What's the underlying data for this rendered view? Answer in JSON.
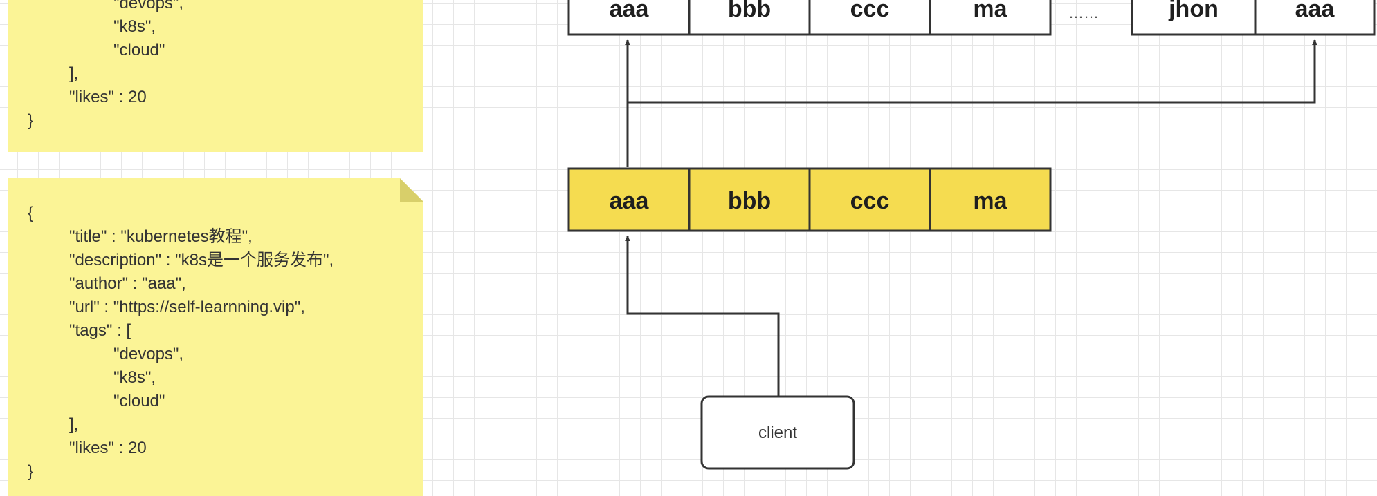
{
  "json_note_top": {
    "lines": [
      "\"devops\",",
      "\"k8s\",",
      "\"cloud\"",
      "],",
      "\"likes\" : 20",
      "}"
    ]
  },
  "json_note_bottom": {
    "lines": [
      "{",
      "\"title\" : \"kubernetes教程\",",
      "\"description\" : \"k8s是一个服务发布\",",
      "\"author\" : \"aaa\",",
      "\"url\" : \"https://self-learnning.vip\",",
      "\"tags\" : [",
      "\"devops\",",
      "\"k8s\",",
      "\"cloud\"",
      "],",
      "\"likes\" : 20",
      "}"
    ]
  },
  "top_row": {
    "cells": [
      "aaa",
      "bbb",
      "ccc",
      "ma"
    ],
    "ellipsis": "……",
    "tail_cells": [
      "jhon",
      "aaa"
    ]
  },
  "index_row": {
    "cells": [
      "aaa",
      "bbb",
      "ccc",
      "ma"
    ]
  },
  "client": {
    "label": "client"
  },
  "colors": {
    "note_background": "#fbf496",
    "index_fill": "#f5dc50",
    "stroke": "#333333"
  }
}
